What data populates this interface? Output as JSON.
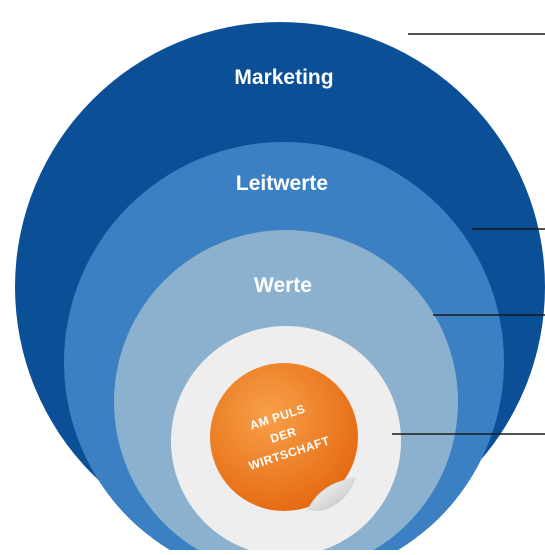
{
  "diagram": {
    "rings": [
      {
        "label": "Marketing",
        "color": "#0b4f97"
      },
      {
        "label": "Leitwerte",
        "color": "#3a80c2"
      },
      {
        "label": "Werte",
        "color": "#8cb1cf"
      },
      {
        "label": "",
        "color": "#eeeeee"
      }
    ],
    "badge": {
      "line1": "AM PULS",
      "line2": "DER",
      "line3": "WIRTSCHAFT",
      "color": "#f07e1f"
    },
    "connector_color": "#1a1a1a"
  }
}
